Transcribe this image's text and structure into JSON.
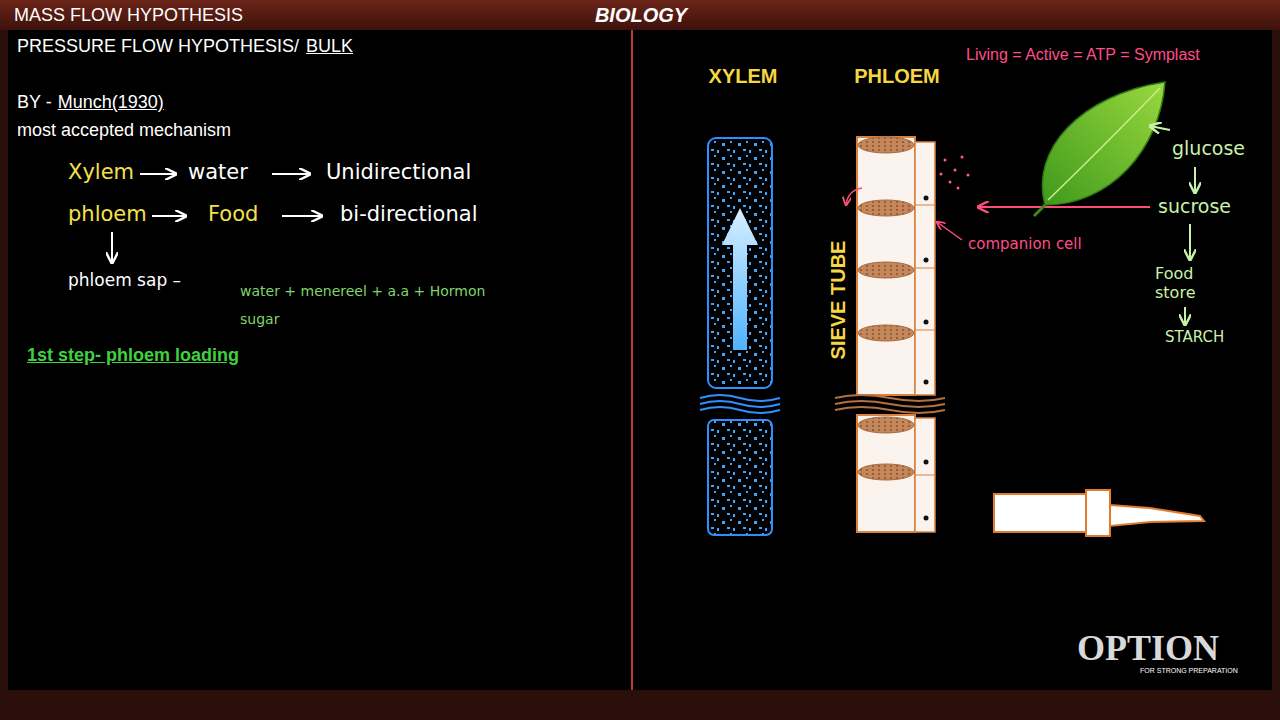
{
  "diagram": {
    "title": "MASS FLOW HYPOTHESIS",
    "labels": [
      "BIOLOGY",
      "PRESSURE FLOW HYPOTHESIS/",
      "BULK",
      "BY -",
      "Munch(1930)",
      "most accepted mechanism",
      "Xylem",
      "water",
      "Unidirectional",
      "phloem",
      "Food",
      "bi-directional",
      "phloem sap –",
      "water + menereel + a.a + Hormon",
      "sugar",
      "1st step- phloem loading",
      "XYLEM",
      "PHLOEM",
      "SIEVE TUBE",
      "Living = Active = ATP = Symplast",
      "glucose",
      "sucrose",
      "Food store",
      "STARCH",
      "companion cell",
      "OPTION",
      "FOR STRONG PREPARATION"
    ]
  }
}
